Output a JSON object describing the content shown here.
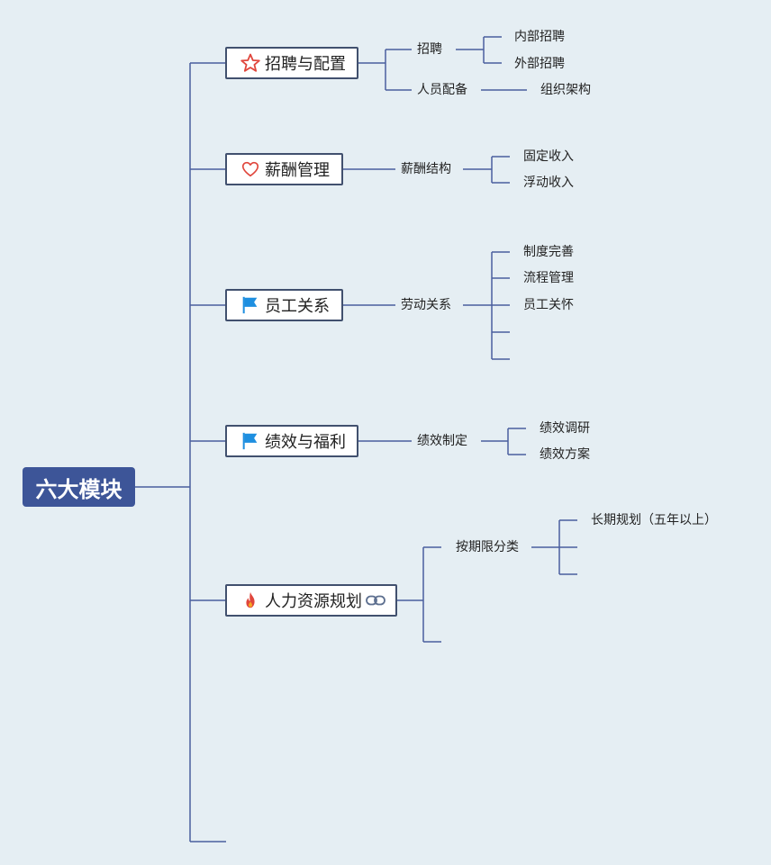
{
  "root": {
    "label": "六大模块"
  },
  "topics": [
    {
      "label": "招聘与配置",
      "icon": "star-icon"
    },
    {
      "label": "薪酬管理",
      "icon": "heart-icon"
    },
    {
      "label": "员工关系",
      "icon": "flag-icon"
    },
    {
      "label": "绩效与福利",
      "icon": "flag-icon"
    },
    {
      "label": "人力资源规划",
      "icon": "fire-icon",
      "link_icon": "link-icon"
    }
  ],
  "recruit": {
    "sub1": "招聘",
    "sub1_leaves": [
      "内部招聘",
      "外部招聘"
    ],
    "sub2": "人员配备",
    "sub2_leaves": [
      "组织架构"
    ]
  },
  "salary": {
    "sub1": "薪酬结构",
    "sub1_leaves": [
      "固定收入",
      "浮动收入"
    ]
  },
  "relations": {
    "sub1": "劳动关系",
    "sub1_leaves": [
      "制度完善",
      "流程管理",
      "员工关怀"
    ]
  },
  "performance": {
    "sub1": "绩效制定",
    "sub1_leaves": [
      "绩效调研",
      "绩效方案"
    ]
  },
  "planning": {
    "sub1": "按期限分类",
    "sub1_leaves": [
      "长期规划（五年以上）"
    ]
  },
  "colors": {
    "background": "#e5eef3",
    "root": "#3d5598",
    "line": "#4a5f9e",
    "star": "#e0463c",
    "heart": "#e0463c",
    "flag": "#1e8fe0",
    "fire": "#e0463c"
  }
}
